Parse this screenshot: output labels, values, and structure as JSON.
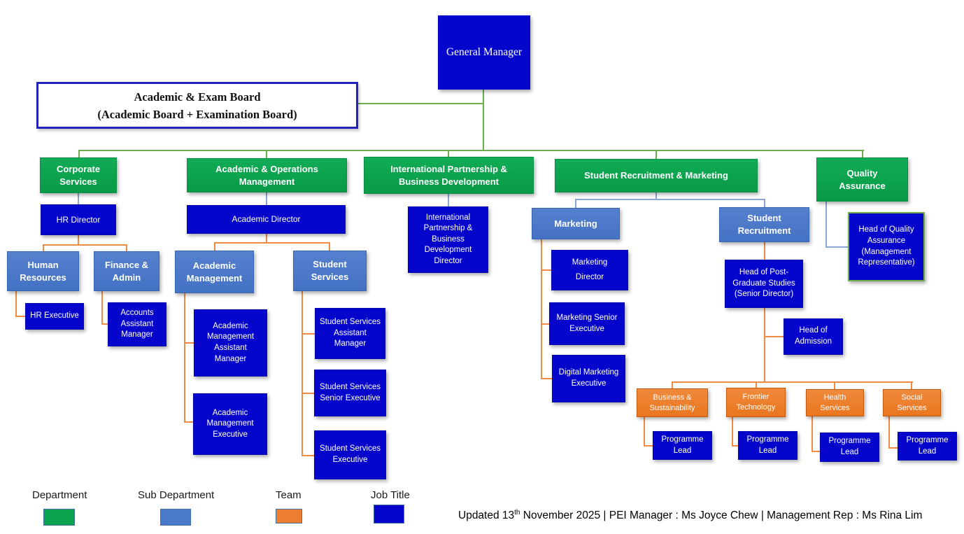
{
  "colors": {
    "department_green": "#0aa24e",
    "sub_department_blue": "#4b79c9",
    "team_orange": "#ed7d31",
    "job_title_blue": "#0505cb",
    "connector_green": "#6fae4f",
    "connector_blue": "#8aa5d6",
    "connector_orange": "#ef8b45"
  },
  "nodes": {
    "general_manager": "General Manager",
    "exam_board_line1": "Academic & Exam Board",
    "exam_board_line2": "(Academic Board + Examination Board)",
    "corporate_services": "Corporate Services",
    "academic_operations_management": "Academic & Operations Management",
    "international_partnership_bd": "International Partnership & Business Development",
    "student_recruitment_marketing": "Student Recruitment & Marketing",
    "quality_assurance": "Quality Assurance",
    "hr_director": "HR Director",
    "academic_director": "Academic Director",
    "ipbd_director": "International Partnership & Business Development Director",
    "head_of_quality_assurance": "Head of Quality Assurance (Management Representative)",
    "marketing": "Marketing",
    "student_recruitment": "Student Recruitment",
    "human_resources": "Human Resources",
    "finance_admin": "Finance & Admin",
    "academic_management": "Academic Management",
    "student_services": "Student Services",
    "hr_executive": "HR Executive",
    "accounts_assistant_manager": "Accounts Assistant Manager",
    "academic_management_assistant_manager": "Academic Management Assistant Manager",
    "academic_management_executive": "Academic Management Executive",
    "student_services_assistant_manager": "Student Services Assistant Manager",
    "student_services_senior_executive": "Student Services Senior Executive",
    "student_services_executive": "Student Services Executive",
    "marketing_director": "Marketing Director",
    "marketing_senior_executive": "Marketing Senior Executive",
    "digital_marketing_executive": "Digital Marketing Executive",
    "head_of_post_graduate_studies": "Head of Post-Graduate Studies (Senior Director)",
    "head_of_admission": "Head of Admission",
    "business_sustainability": "Business & Sustainability",
    "frontier_technology": "Frontier Technology",
    "health_services": "Health Services",
    "social_services": "Social Services",
    "programme_lead": "Programme Lead"
  },
  "legend": {
    "items": [
      {
        "label": "Department",
        "type": "department"
      },
      {
        "label": "Sub Department",
        "type": "sub_department"
      },
      {
        "label": "Team",
        "type": "team"
      },
      {
        "label": "Job Title",
        "type": "job_title"
      }
    ]
  },
  "footer": {
    "updated_prefix": "Updated 13",
    "updated_sup": "th",
    "updated_suffix": " November 2025 | PEI Manager : Ms Joyce Chew | Management  Rep : Ms Rina Lim"
  }
}
